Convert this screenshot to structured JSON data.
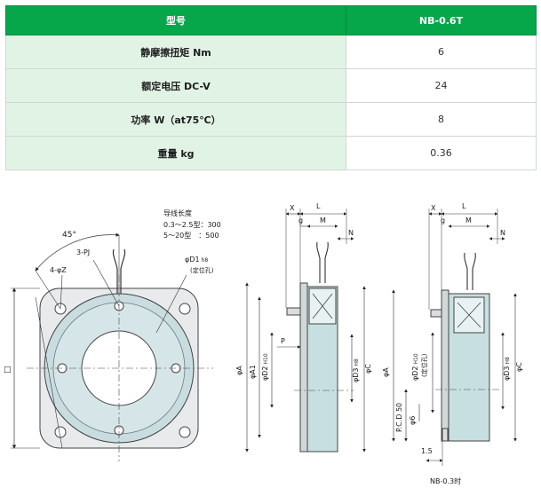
{
  "table": {
    "header": {
      "label": "型号",
      "value": "NB-0.6T"
    },
    "rows": [
      {
        "label": "静摩擦扭矩 Nm",
        "value": "6"
      },
      {
        "label": "额定电压 DC-V",
        "value": "24"
      },
      {
        "label": "功率 W（at75℃）",
        "value": "8"
      },
      {
        "label": "重量 kg",
        "value": "0.36"
      }
    ]
  },
  "drawing": {
    "front": {
      "angle": "45°",
      "lead_title": "导线长度",
      "lead_line1": "0.3～2.5型：300",
      "lead_line2": "5～20型　：500",
      "pj": "3-PJ",
      "z": "4-φZ",
      "d1": "φD1",
      "d1_fit": "h8",
      "d1_note": "(定位孔)",
      "square": "□"
    },
    "side1": {
      "x": "X",
      "l": "L",
      "g": "g",
      "m": "M",
      "n": "N",
      "p": "P",
      "a": "φA",
      "a1": "φA1",
      "d2": "φD2",
      "d2_fit": "H10",
      "d3": "φD3",
      "d3_fit": "H8",
      "c": "φC"
    },
    "side2": {
      "x": "X",
      "l": "L",
      "g": "g",
      "m": "M",
      "n": "N",
      "a": "φA",
      "pcd": "P.C.D 50",
      "six": "φ6",
      "d2": "φD2",
      "d2_fit": "H10",
      "d2_note": "(定位孔)",
      "d3": "φD3",
      "d3_fit": "H8",
      "c": "φC",
      "dim15": "1.5",
      "caption": "NB-0.3时"
    }
  }
}
